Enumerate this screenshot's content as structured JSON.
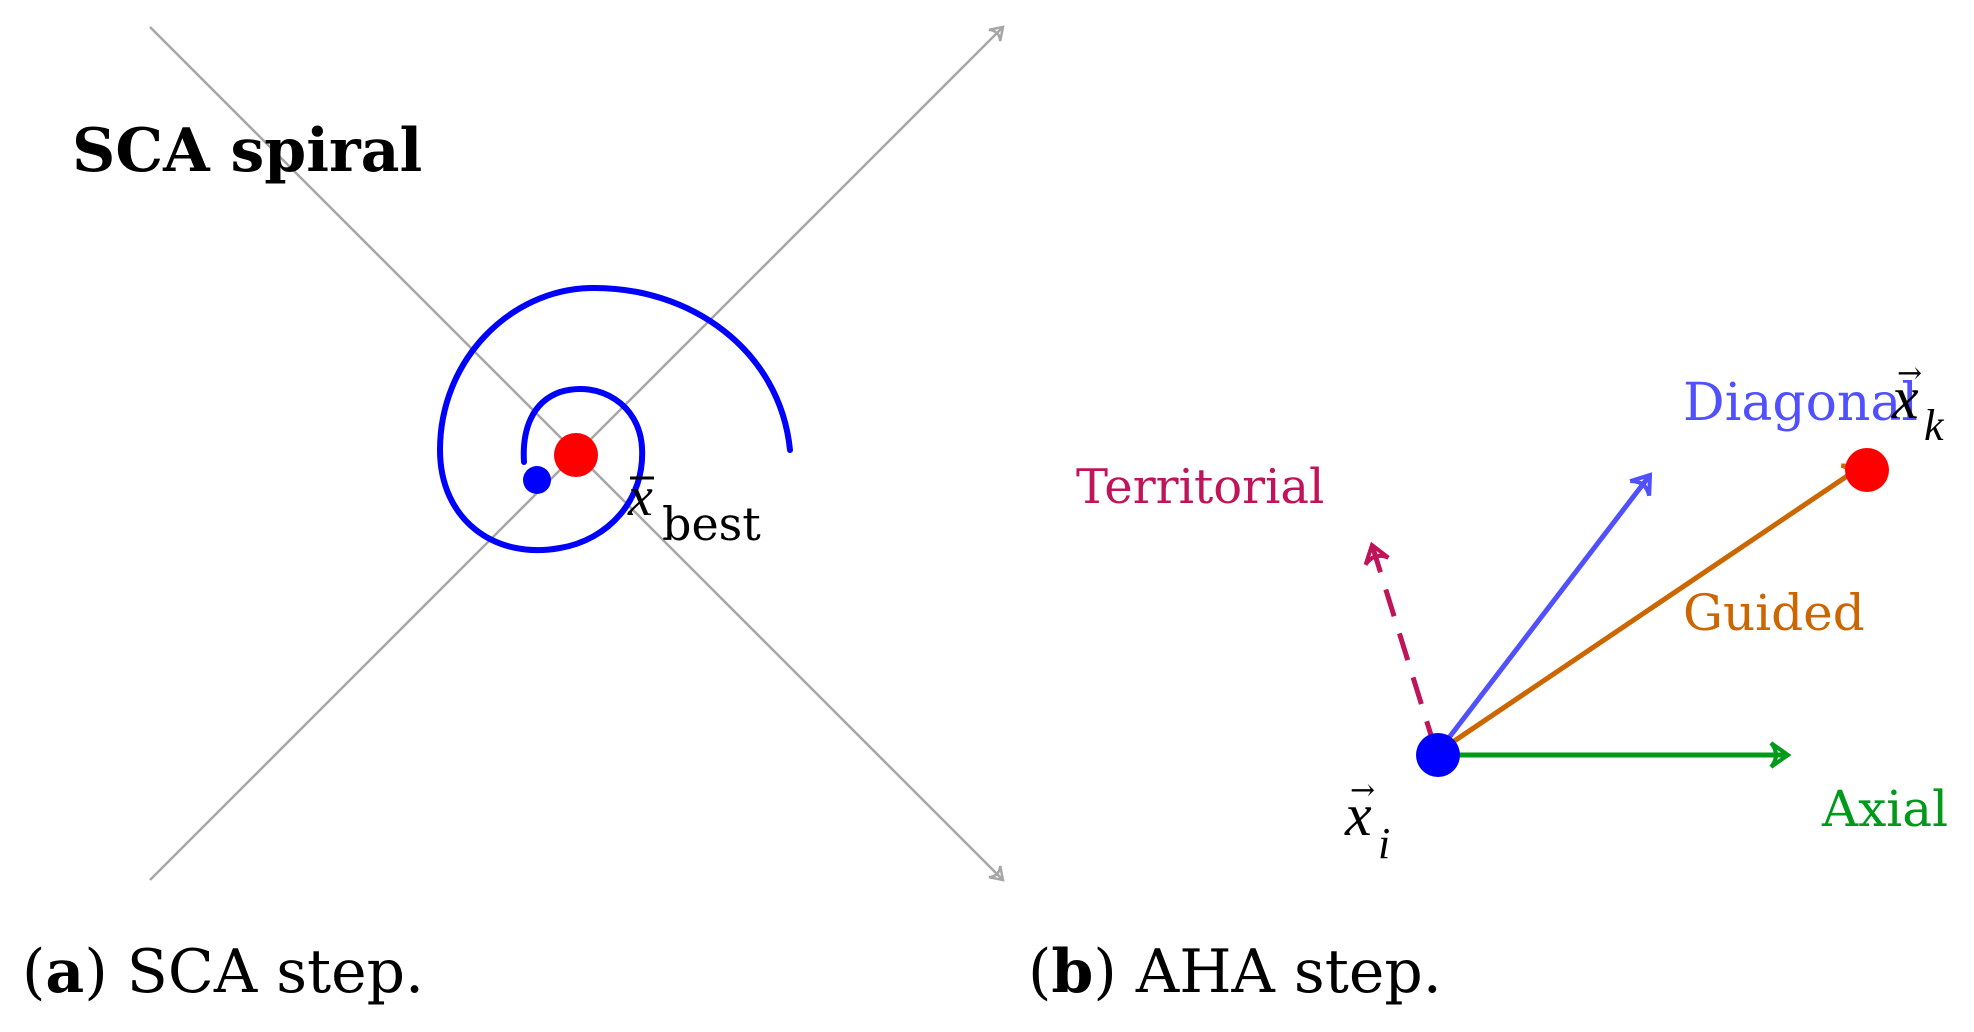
{
  "panel_a": {
    "title": "SCA spiral",
    "caption_letter": "a",
    "caption_text": " SCA step.",
    "best_label_symbol": "x",
    "best_label_subscript": "best",
    "colors": {
      "axes": "#a6a6a6",
      "spiral": "#0000ff",
      "best_point": "#ff0000",
      "start_point": "#0000ff"
    }
  },
  "panel_b": {
    "caption_letter": "b",
    "caption_text": " AHA step.",
    "xi_symbol": "x",
    "xi_subscript": "i",
    "xk_symbol": "x",
    "xk_subscript": "k",
    "moves": {
      "territorial": {
        "label": "Territorial",
        "color": "#c0145a",
        "style": "dashed"
      },
      "diagonal": {
        "label": "Diagonal",
        "color": "#5050ff",
        "style": "solid"
      },
      "guided": {
        "label": "Guided",
        "color": "#cc6600",
        "style": "solid"
      },
      "axial": {
        "label": "Axial",
        "color": "#00991a",
        "style": "solid"
      }
    },
    "colors": {
      "xi_point": "#0000ff",
      "xk_point": "#ff0000"
    }
  }
}
